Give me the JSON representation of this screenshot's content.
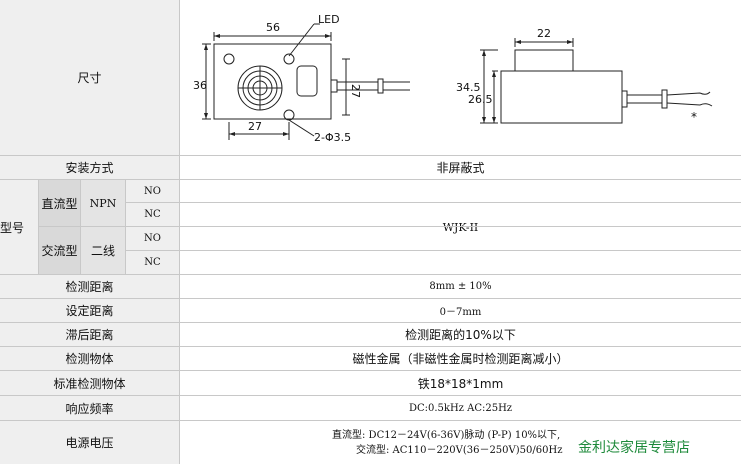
{
  "rows": {
    "size_label": "尺寸",
    "mount_label": "安装方式",
    "mount_value": "非屏蔽式",
    "model_label": "型号",
    "dc_label": "直流型",
    "npn_label": "NPN",
    "ac_label": "交流型",
    "two_wire_label": "二线",
    "no_label": "NO",
    "nc_label": "NC",
    "model_value": "WJK-II",
    "detect_dist_label": "检测距离",
    "detect_dist_value": "8mm ± 10%",
    "set_dist_label": "设定距离",
    "set_dist_value": "0－7mm",
    "hysteresis_label": "滞后距离",
    "hysteresis_value": "检测距离的10%以下",
    "object_label": "检测物体",
    "object_value": "磁性金属（非磁性金属时检测距离减小）",
    "std_object_label": "标准检测物体",
    "std_object_value": "铁18*18*1mm",
    "response_label": "响应频率",
    "response_value": "DC:0.5kHz AC:25Hz",
    "power_label": "电源电压",
    "power_dc": "直流型: DC12－24V(6-36V)脉动 (P-P) 10%以下,",
    "power_ac": "交流型: AC110－220V(36－250V)50/60Hz"
  },
  "drawing": {
    "led": "LED",
    "w56": "56",
    "h36": "36",
    "h27": "27",
    "w27": "27",
    "holes": "2-Φ3.5",
    "w22": "22",
    "h345": "34.5",
    "h265": "26.5",
    "star": "*"
  },
  "watermark": "金利达家居专营店"
}
